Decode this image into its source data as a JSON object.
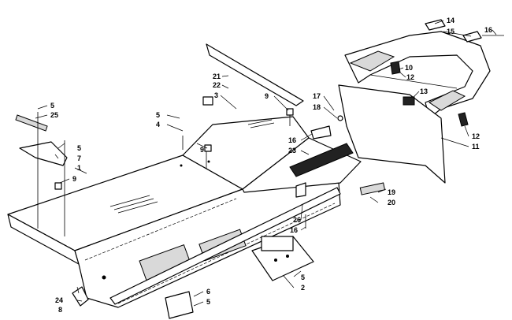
{
  "callouts": [
    {
      "id": "c1",
      "text": "1"
    },
    {
      "id": "c2",
      "text": "2"
    },
    {
      "id": "c3",
      "text": "3"
    },
    {
      "id": "c4",
      "text": "4"
    },
    {
      "id": "c5a",
      "text": "5"
    },
    {
      "id": "c5b",
      "text": "5"
    },
    {
      "id": "c5c",
      "text": "5"
    },
    {
      "id": "c5d",
      "text": "5"
    },
    {
      "id": "c5e",
      "text": "5"
    },
    {
      "id": "c6",
      "text": "6"
    },
    {
      "id": "c7",
      "text": "7"
    },
    {
      "id": "c8",
      "text": "8"
    },
    {
      "id": "c9a",
      "text": "9"
    },
    {
      "id": "c9b",
      "text": "9"
    },
    {
      "id": "c9c",
      "text": "9"
    },
    {
      "id": "c10",
      "text": "10"
    },
    {
      "id": "c11",
      "text": "11"
    },
    {
      "id": "c12a",
      "text": "12"
    },
    {
      "id": "c12b",
      "text": "12"
    },
    {
      "id": "c13",
      "text": "13"
    },
    {
      "id": "c14",
      "text": "14"
    },
    {
      "id": "c15",
      "text": "15"
    },
    {
      "id": "c16a",
      "text": "16"
    },
    {
      "id": "c16b",
      "text": "16"
    },
    {
      "id": "c16c",
      "text": "16"
    },
    {
      "id": "c17",
      "text": "17"
    },
    {
      "id": "c18",
      "text": "18"
    },
    {
      "id": "c19",
      "text": "19"
    },
    {
      "id": "c20",
      "text": "20"
    },
    {
      "id": "c21",
      "text": "21"
    },
    {
      "id": "c22",
      "text": "22"
    },
    {
      "id": "c23",
      "text": "23"
    },
    {
      "id": "c24",
      "text": "24"
    },
    {
      "id": "c25",
      "text": "25"
    },
    {
      "id": "c26",
      "text": "26"
    }
  ]
}
